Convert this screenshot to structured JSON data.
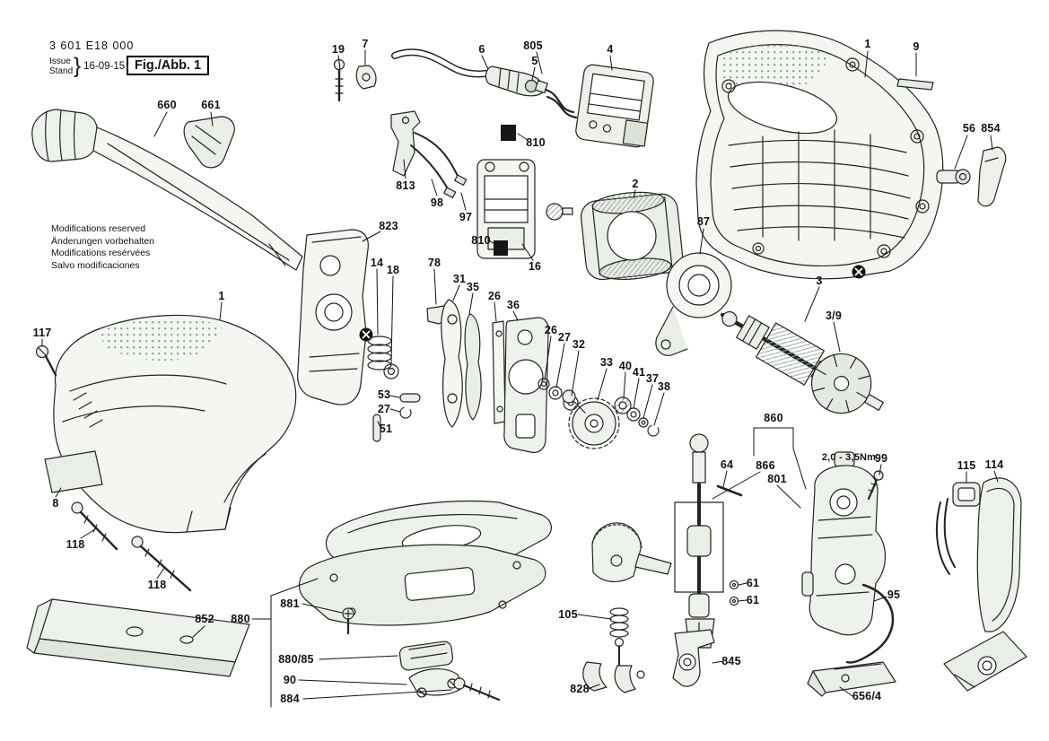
{
  "header": {
    "part_number": "3 601 E18 000",
    "issue_label": "Issue",
    "stand_label": "Stand",
    "brace": "}",
    "date": "16-09-15",
    "fig_label": "Fig./Abb. 1"
  },
  "notes": {
    "lines": [
      "Modifications reserved",
      "Änderungen vorbehalten",
      "Modifications resérvées",
      "Salvo modificaciones"
    ]
  },
  "symbols": {
    "crossed_circle": "⊗"
  },
  "colors": {
    "line": "#232323",
    "shade_light": "#eef2ec",
    "shade_mid": "#dfe7dc",
    "terminal": "#161616",
    "label": "#000000"
  },
  "labels": [
    {
      "text": "19"
    },
    {
      "text": "7"
    },
    {
      "text": "6"
    },
    {
      "text": "805"
    },
    {
      "text": "5"
    },
    {
      "text": "4"
    },
    {
      "text": "1"
    },
    {
      "text": "9"
    },
    {
      "text": "660"
    },
    {
      "text": "661"
    },
    {
      "text": "56"
    },
    {
      "text": "854"
    },
    {
      "text": "810"
    },
    {
      "text": "813"
    },
    {
      "text": "98"
    },
    {
      "text": "97"
    },
    {
      "text": "2"
    },
    {
      "text": "87"
    },
    {
      "text": "823"
    },
    {
      "text": "810"
    },
    {
      "text": "16"
    },
    {
      "text": "14"
    },
    {
      "text": "18"
    },
    {
      "text": "78"
    },
    {
      "text": "31"
    },
    {
      "text": "35"
    },
    {
      "text": "26"
    },
    {
      "text": "36"
    },
    {
      "text": "3"
    },
    {
      "text": "3/9"
    },
    {
      "text": "1"
    },
    {
      "text": "117"
    },
    {
      "text": "26"
    },
    {
      "text": "27"
    },
    {
      "text": "32"
    },
    {
      "text": "33"
    },
    {
      "text": "40"
    },
    {
      "text": "41"
    },
    {
      "text": "37"
    },
    {
      "text": "38"
    },
    {
      "text": "53"
    },
    {
      "text": "27"
    },
    {
      "text": "51"
    },
    {
      "text": "860"
    },
    {
      "text": "64"
    },
    {
      "text": "866"
    },
    {
      "text": "801"
    },
    {
      "text": "2,0 - 3,5Nm"
    },
    {
      "text": "99"
    },
    {
      "text": "115"
    },
    {
      "text": "114"
    },
    {
      "text": "8"
    },
    {
      "text": "118"
    },
    {
      "text": "118"
    },
    {
      "text": "61"
    },
    {
      "text": "61"
    },
    {
      "text": "105"
    },
    {
      "text": "95"
    },
    {
      "text": "852"
    },
    {
      "text": "880"
    },
    {
      "text": "881"
    },
    {
      "text": "880/85"
    },
    {
      "text": "90"
    },
    {
      "text": "884"
    },
    {
      "text": "845"
    },
    {
      "text": "828"
    },
    {
      "text": "656/4"
    }
  ]
}
